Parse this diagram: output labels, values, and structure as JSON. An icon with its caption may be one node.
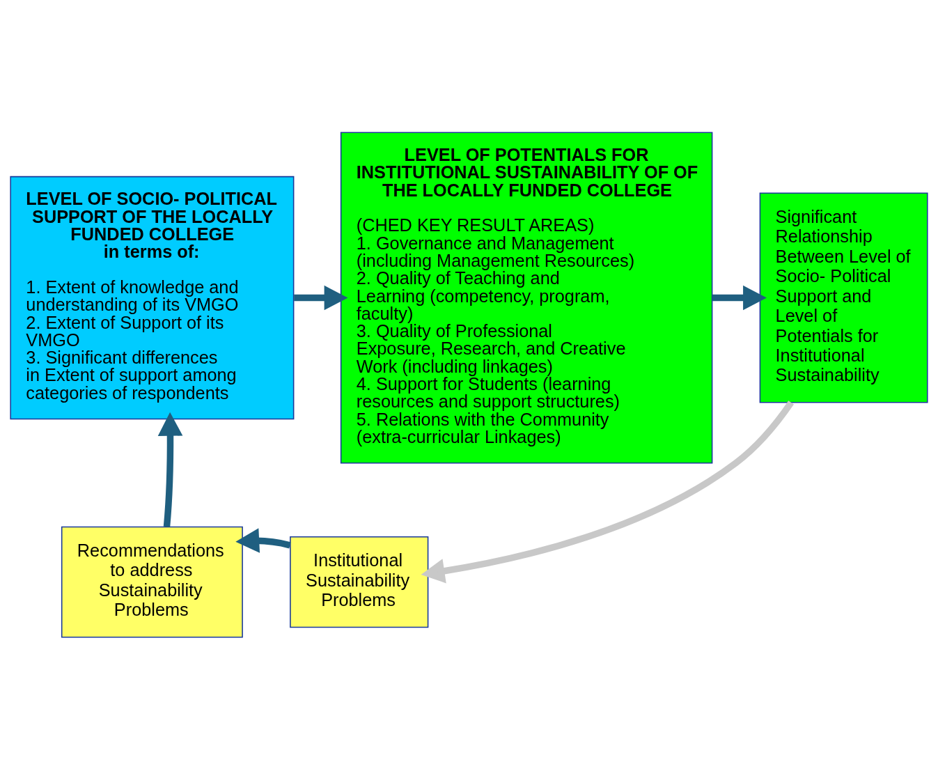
{
  "diagram": {
    "nodes": [
      {
        "text": [
          "LEVEL OF SOCIO- POLITICAL SUPPORT OF THE LOCALLY FUNDED COLLEGE",
          "in terms of:",
          "1. Extent of knowledge and understanding of its VMGO",
          "2. Extent of Support of its VMGO",
          "3. Significant differences in Extent of support among categories of respondents"
        ]
      },
      {
        "text": [
          "LEVEL OF POTENTIALS FOR INSTITUTIONAL SUSTAINABILITY OF OF THE LOCALLY FUNDED COLLEGE",
          "(CHED KEY RESULT AREAS)",
          "1. Governance and Management (including Management Resources)",
          "2. Quality of Teaching and Learning (competency, program, faculty)",
          "3. Quality of Professional Exposure, Research, and Creative Work (including linkages)",
          "4. Support for Students (learning resources and support structures)",
          "5. Relations with the Community (extra-curricular Linkages)"
        ]
      },
      {
        "text": [
          "Significant Relationship Between Level of Socio- Political Support and Level of Potentials for Institutional Sustainability"
        ]
      },
      {
        "text": [
          "Institutional Sustainability Problems"
        ]
      },
      {
        "text": [
          "Recommendations to address Sustainability Problems"
        ]
      }
    ],
    "edges": [
      {
        "from": 0,
        "to": 1,
        "arrow": "to"
      },
      {
        "from": 1,
        "to": 2,
        "arrow": "to"
      },
      {
        "from": 2,
        "to": 3,
        "arrow": "to",
        "color": "#c8c8c8"
      },
      {
        "from": 3,
        "to": 4,
        "arrow": "to"
      },
      {
        "from": 4,
        "to": 0,
        "arrow": "to"
      }
    ]
  }
}
